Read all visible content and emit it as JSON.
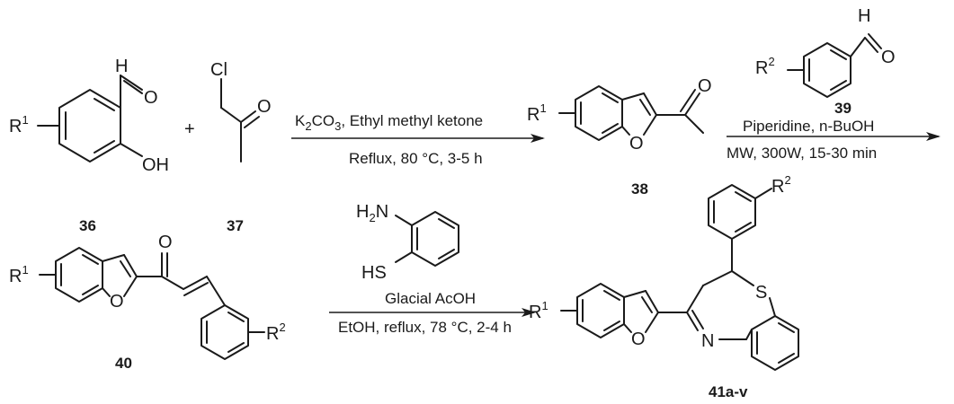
{
  "atoms": {
    "r1": "R",
    "r1_sup": "1",
    "r2": "R",
    "r2_sup": "2",
    "h": "H",
    "o": "O",
    "oh": "OH",
    "cl": "Cl",
    "s": "S",
    "n": "N",
    "h2n": "H",
    "h2n_sub": "2",
    "h2n_n": "N",
    "hs": "HS"
  },
  "operators": {
    "plus": "+"
  },
  "compounds": {
    "c36": "36",
    "c37": "37",
    "c38": "38",
    "c39": "39",
    "c40": "40",
    "c41": "41a-v"
  },
  "conditions": {
    "step1_reagent_pre": "K",
    "step1_reagent_sub": "2",
    "step1_reagent_mid": "CO",
    "step1_reagent_sub2": "3",
    "step1_reagent_post": ", Ethyl methyl ketone",
    "step1_conditions": "Reflux, 80 °C, 3-5 h",
    "step2_reagent": "Piperidine, n-BuOH",
    "step2_conditions": "MW, 300W, 15-30 min",
    "step3_reagent": "Glacial AcOH",
    "step3_conditions": "EtOH, reflux, 78 °C, 2-4 h"
  }
}
